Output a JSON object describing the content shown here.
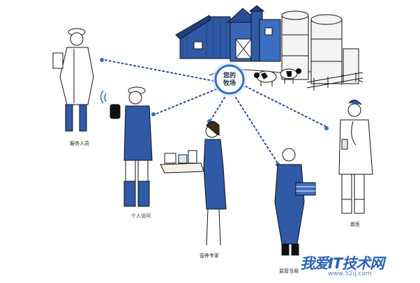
{
  "hub": {
    "line1": "您的",
    "line2": "牧场"
  },
  "roles": {
    "service": "服务人员",
    "visit": "个人访问",
    "nutrition": "营养专家",
    "manager": "监管当局",
    "vet": "兽医"
  },
  "watermark": {
    "main": "我爱IT技术网",
    "url": "www.52ij.com"
  },
  "colors": {
    "accent": "#2d72c4",
    "dots": "#2a4a8a",
    "barn": "#2f5aa6",
    "ink": "#1b1b1b"
  }
}
